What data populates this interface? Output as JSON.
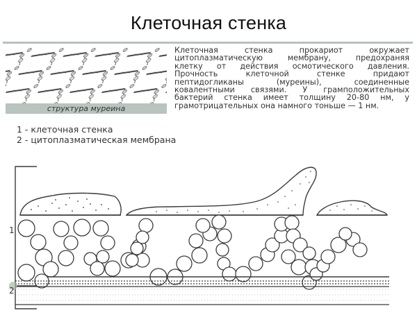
{
  "slide": {
    "title": "Клеточная стенка"
  },
  "murein_image": {
    "caption": "структура муреина"
  },
  "description": {
    "lines": [
      "Клеточная стенка прокариот окружает",
      "цитоплазматическую мембрану, предохраняя",
      "клетку от действия осмотического давления.",
      "Прочность клеточной стенке придают",
      "пептидогликаны (муреины), соединенные",
      "ковалентными связями. У грамположительных",
      "бактерий стенка имеет толщину 20-80 нм, у",
      "грамотрицательных она намного тоньше — 1 нм."
    ]
  },
  "legend": {
    "items": [
      "1 - клеточная стенка",
      "2 - цитоплазматическая мембрана"
    ]
  },
  "diagram": {
    "label_1": "1",
    "label_2": "2",
    "colors": {
      "line": "#3a3a3a",
      "rule": "#b5c1c0",
      "caption_bg": "#b8c4be",
      "marker": "#9fbfa6"
    }
  }
}
